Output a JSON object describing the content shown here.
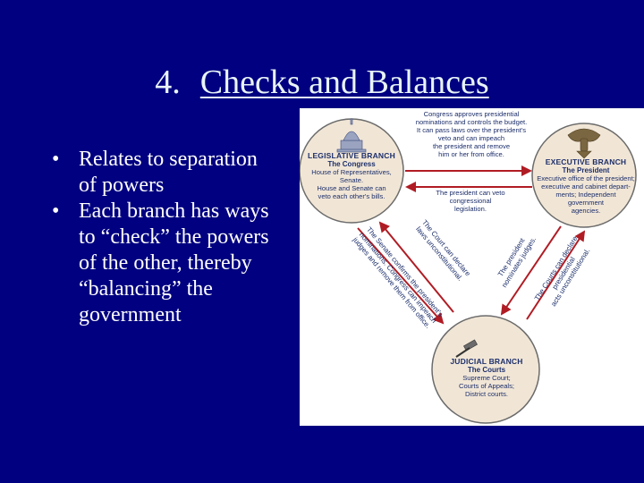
{
  "title": {
    "number": "4.",
    "text": "Checks and Balances"
  },
  "bullets": [
    [
      "Relates to separation",
      "of powers"
    ],
    [
      "Each branch has ways",
      "to “check” the powers",
      "of the other, thereby",
      "“balancing” the",
      "government"
    ]
  ],
  "diagram": {
    "colors": {
      "circle": "#f1e6d6",
      "text": "#1d2f6b",
      "arrow": "#b01c24"
    },
    "legislative": {
      "icon": "capitol-icon",
      "heading": "LEGISLATIVE BRANCH",
      "subheading": "The Congress",
      "description": [
        "House of Representatives,",
        "Senate.",
        "House and Senate can",
        "veto each other's bills."
      ]
    },
    "executive": {
      "icon": "eagle-seal-icon",
      "heading": "EXECUTIVE BRANCH",
      "subheading": "The President",
      "description": [
        "Executive office of the president;",
        "executive and cabinet depart-",
        "ments; Independent",
        "government",
        "agencies."
      ]
    },
    "judicial": {
      "icon": "gavel-icon",
      "heading": "JUDICIAL BRANCH",
      "subheading": "The Courts",
      "description": [
        "Supreme Court;",
        "Courts of Appeals;",
        "District courts."
      ]
    },
    "congress_checks_president": [
      "Congress approves presidential",
      "nominations and controls the budget.",
      "It can pass laws over the president's",
      "veto and can impeach",
      "the president and remove",
      "him or her from office."
    ],
    "president_checks_congress": [
      "The president can veto",
      "congressional",
      "legislation."
    ],
    "senate_checks_courts": [
      "The Senate confirms the president's",
      "nominations. Congress can impeach",
      "judges and remove them from office."
    ],
    "court_checks_congress": [
      "The Court can declare",
      "laws unconstitutional."
    ],
    "president_checks_courts": [
      "The president",
      "nominates judges."
    ],
    "court_checks_president": [
      "The Courts can declare",
      "presidential",
      "acts unconstitutional."
    ]
  }
}
